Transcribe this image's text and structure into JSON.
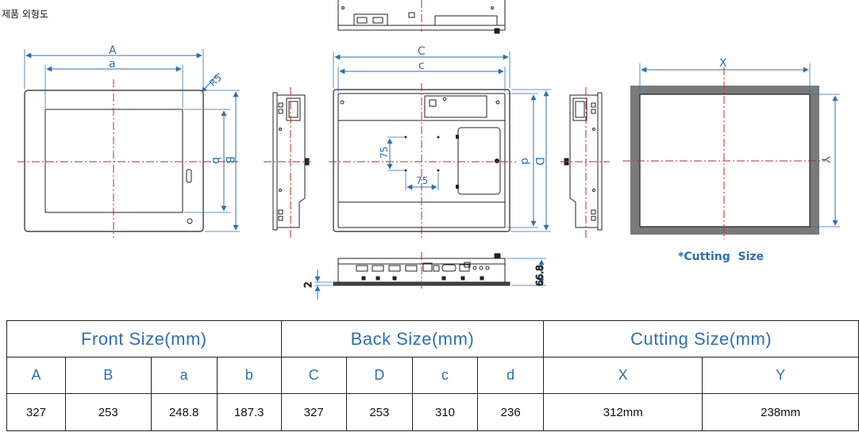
{
  "title": "제품 외형도",
  "front_view": {
    "A": "A",
    "a": "a",
    "b": "b",
    "B": "B",
    "R": "R5"
  },
  "back_view": {
    "C": "C",
    "c": "c",
    "d": "d",
    "D": "D",
    "h75": "75",
    "v75": "75"
  },
  "bottom_view": {
    "depth": "66.8",
    "lip": "2"
  },
  "cutting_view": {
    "X": "X",
    "Y": "Y",
    "caption": "*Cutting  Size"
  },
  "table": {
    "groups": [
      "Front Size(mm)",
      "Back Size(mm)",
      "Cutting Size(mm)"
    ],
    "headers": [
      "A",
      "B",
      "a",
      "b",
      "C",
      "D",
      "c",
      "d",
      "X",
      "Y"
    ],
    "values": [
      "327",
      "253",
      "248.8",
      "187.3",
      "327",
      "253",
      "310",
      "236",
      "312mm",
      "238mm"
    ]
  },
  "colors": {
    "dimension": "#2d6fb4",
    "centerline": "#cc2222",
    "cutting_fill": "#7a7a7a",
    "outline": "#222222"
  }
}
